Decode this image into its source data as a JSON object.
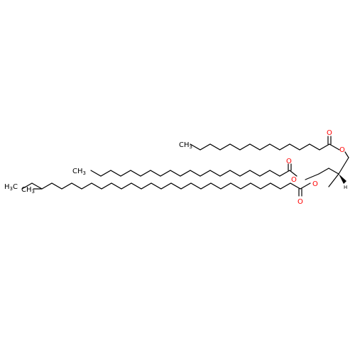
{
  "molecule": {
    "atoms": {
      "o_ester1": "O",
      "o_carbonyl1": "O",
      "o_ester2": "O",
      "o_carbonyl2": "O",
      "o_ester3": "O",
      "o_carbonyl3": "O",
      "ch3_chain1": "CH",
      "ch3_chain1_sub": "3",
      "ch3_chain2": "CH",
      "ch3_chain2_sub": "3",
      "h3c_ethyl": "H",
      "h3c_ethyl_sub": "3",
      "h3c_ethyl_c": "C",
      "ch3_branch": "CH",
      "ch3_branch_sub": "3",
      "stereo_h": "H"
    },
    "colors": {
      "oxygen": "#ff0000",
      "carbon": "#000000",
      "bond": "#000000"
    }
  }
}
